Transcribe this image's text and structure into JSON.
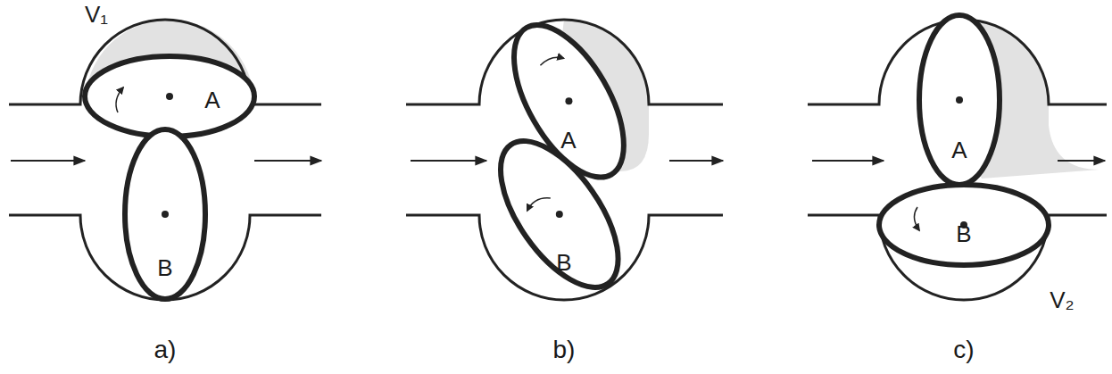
{
  "diagram": {
    "nodes": [
      {
        "text": [
          "A"
        ]
      },
      {
        "text": [
          "B"
        ]
      },
      {
        "text": [
          "A"
        ]
      },
      {
        "text": [
          "B"
        ]
      },
      {
        "text": [
          "A"
        ]
      },
      {
        "text": [
          "B"
        ]
      }
    ],
    "labels": [
      "V₁",
      "V₂",
      "a)",
      "b)",
      "c)"
    ]
  }
}
